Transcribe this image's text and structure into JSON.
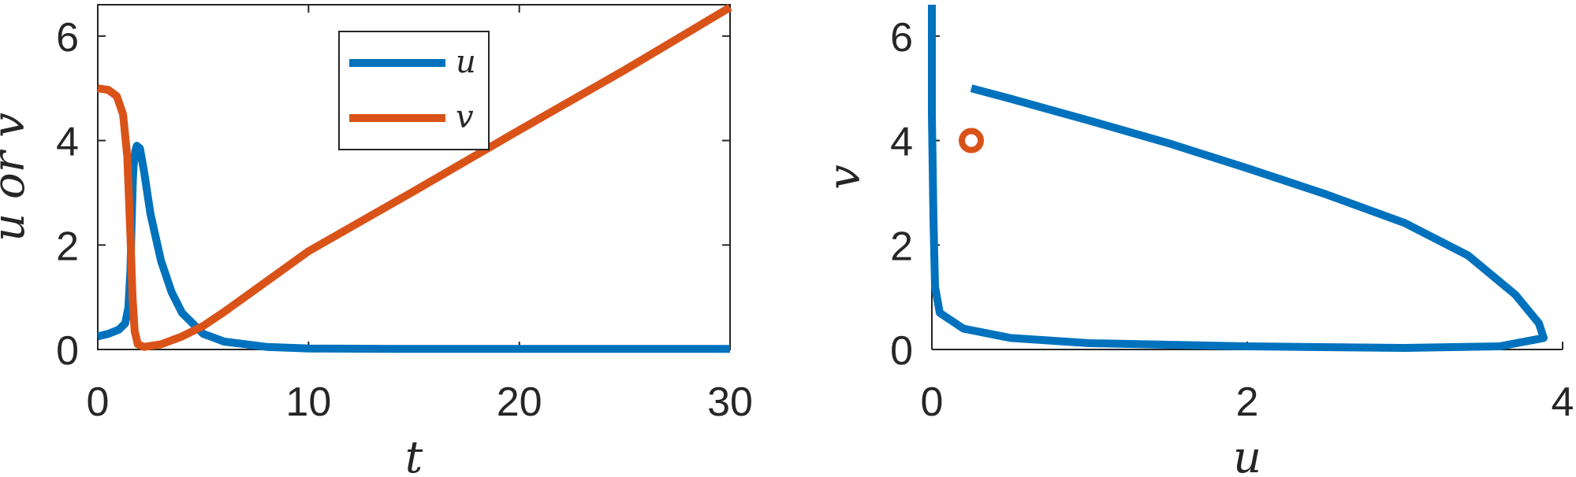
{
  "chart_data": [
    {
      "type": "line",
      "xlabel": "t",
      "ylabel": "u or v",
      "xlim": [
        0,
        30
      ],
      "ylim": [
        0,
        6.6
      ],
      "xticks": [
        "0",
        "10",
        "20",
        "30"
      ],
      "yticks": [
        "0",
        "2",
        "4",
        "6"
      ],
      "grid": false,
      "legend": {
        "placement": "top-center",
        "entries": [
          "u",
          "v"
        ]
      },
      "series": [
        {
          "name": "u",
          "color": "#0072bd",
          "points": [
            [
              0,
              0.25
            ],
            [
              0.5,
              0.3
            ],
            [
              1.0,
              0.38
            ],
            [
              1.3,
              0.5
            ],
            [
              1.45,
              0.8
            ],
            [
              1.55,
              1.5
            ],
            [
              1.62,
              2.6
            ],
            [
              1.66,
              3.2
            ],
            [
              1.7,
              3.5
            ],
            [
              1.78,
              3.8
            ],
            [
              1.85,
              3.9
            ],
            [
              2.0,
              3.85
            ],
            [
              2.2,
              3.4
            ],
            [
              2.5,
              2.6
            ],
            [
              3.0,
              1.7
            ],
            [
              3.5,
              1.1
            ],
            [
              4.0,
              0.7
            ],
            [
              5.0,
              0.3
            ],
            [
              6.0,
              0.15
            ],
            [
              8.0,
              0.05
            ],
            [
              10,
              0.02
            ],
            [
              15,
              0.01
            ],
            [
              20,
              0.01
            ],
            [
              30,
              0.01
            ]
          ]
        },
        {
          "name": "v",
          "color": "#d95319",
          "points": [
            [
              0,
              5.0
            ],
            [
              0.5,
              4.97
            ],
            [
              0.9,
              4.85
            ],
            [
              1.2,
              4.5
            ],
            [
              1.4,
              3.7
            ],
            [
              1.55,
              2.2
            ],
            [
              1.65,
              1.0
            ],
            [
              1.75,
              0.35
            ],
            [
              1.9,
              0.1
            ],
            [
              2.2,
              0.05
            ],
            [
              3.0,
              0.1
            ],
            [
              4.0,
              0.25
            ],
            [
              5.0,
              0.45
            ],
            [
              6.0,
              0.72
            ],
            [
              8.0,
              1.3
            ],
            [
              10,
              1.88
            ],
            [
              15,
              3.03
            ],
            [
              20,
              4.2
            ],
            [
              25,
              5.35
            ],
            [
              30,
              6.55
            ]
          ]
        }
      ]
    },
    {
      "type": "line",
      "xlabel": "u",
      "ylabel": "v",
      "xlim": [
        0,
        4
      ],
      "ylim": [
        0,
        6.6
      ],
      "xticks": [
        "0",
        "2",
        "4"
      ],
      "yticks": [
        "0",
        "2",
        "4",
        "6"
      ],
      "grid": false,
      "series": [
        {
          "color": "#0072bd",
          "points": [
            [
              0.25,
              5.0
            ],
            [
              0.5,
              4.8
            ],
            [
              1.0,
              4.38
            ],
            [
              1.5,
              3.95
            ],
            [
              2.0,
              3.47
            ],
            [
              2.5,
              2.97
            ],
            [
              3.0,
              2.42
            ],
            [
              3.4,
              1.8
            ],
            [
              3.7,
              1.05
            ],
            [
              3.85,
              0.5
            ],
            [
              3.88,
              0.22
            ],
            [
              3.6,
              0.06
            ],
            [
              3.0,
              0.03
            ],
            [
              2.0,
              0.06
            ],
            [
              1.0,
              0.12
            ],
            [
              0.5,
              0.22
            ],
            [
              0.2,
              0.4
            ],
            [
              0.05,
              0.7
            ],
            [
              0.02,
              1.2
            ],
            [
              0.01,
              2.5
            ],
            [
              0.0,
              4.5
            ],
            [
              0.0,
              6.6
            ]
          ]
        },
        {
          "type": "marker",
          "color": "#d95319",
          "points": [
            [
              0.25,
              4.0
            ]
          ]
        }
      ]
    }
  ]
}
